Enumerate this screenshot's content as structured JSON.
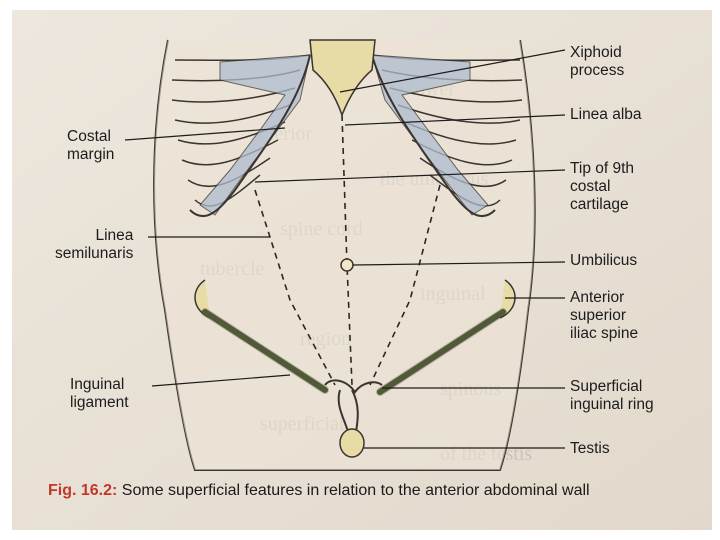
{
  "labels": {
    "xiphoid_process": "Xiphoid\nprocess",
    "linea_alba": "Linea alba",
    "tip_9th_costal": "Tip of 9th\ncostal\ncartilage",
    "umbilicus": "Umbilicus",
    "asis": "Anterior\nsuperior\niliac spine",
    "superficial_inguinal_ring": "Superficial\ninguinal ring",
    "testis": "Testis",
    "costal_margin": "Costal\nmargin",
    "linea_semilunaris": "Linea\nsemilunaris",
    "inguinal_ligament": "Inguinal\nligament"
  },
  "caption": {
    "fig_number": "Fig. 16.2:",
    "text": " Some superficial features in relation to the anterior abdominal wall"
  },
  "colors": {
    "page": "#e9e2d8",
    "outline": "#3a3530",
    "rib": "#d9c9a3",
    "cartilage": "#aebdcf",
    "ligament": "#5d6b3e",
    "caption_fig": "#c0392b"
  },
  "background_text_fragments": [
    "the lower",
    "anterior",
    "the umbilicus",
    "spine cord",
    "tubercle",
    "inguinal",
    "region",
    "spinous",
    "superficial",
    "of the testis"
  ]
}
